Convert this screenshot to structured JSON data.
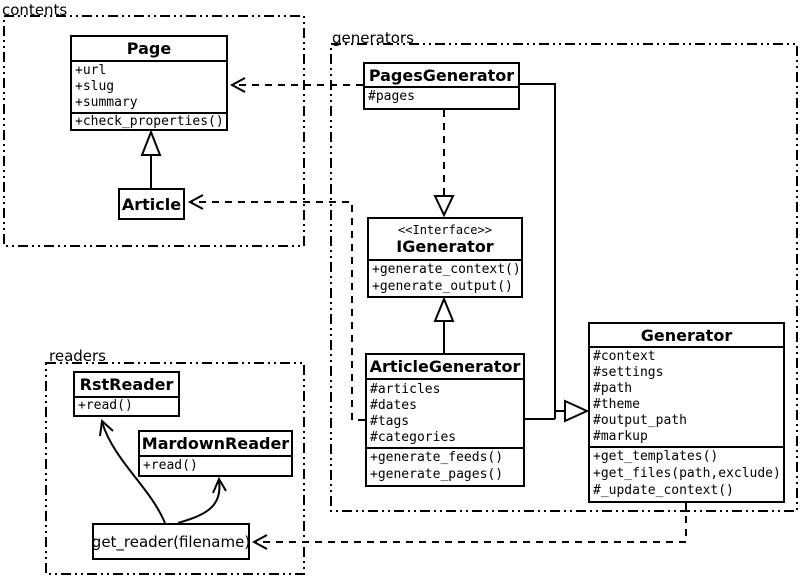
{
  "diagram": {
    "type": "uml-class-diagram",
    "colors": {
      "stroke": "#000000",
      "background": "#ffffff"
    }
  },
  "packages": {
    "contents": {
      "label": "contents"
    },
    "generators": {
      "label": "generators"
    },
    "readers": {
      "label": "readers"
    }
  },
  "classes": {
    "page": {
      "title": "Page",
      "attributes": [
        "+url",
        "+slug",
        "+summary"
      ],
      "methods": [
        "+check_properties()"
      ]
    },
    "article": {
      "title": "Article"
    },
    "pages_generator": {
      "title": "PagesGenerator",
      "attributes": [
        "#pages"
      ]
    },
    "igenerator": {
      "stereotype": "<<Interface>>",
      "title": "IGenerator",
      "methods": [
        "+generate_context()",
        "+generate_output()"
      ]
    },
    "article_generator": {
      "title": "ArticleGenerator",
      "attributes": [
        "#articles",
        "#dates",
        "#tags",
        "#categories"
      ],
      "methods": [
        "+generate_feeds()",
        "+generate_pages()"
      ]
    },
    "generator": {
      "title": "Generator",
      "attributes": [
        "#context",
        "#settings",
        "#path",
        "#theme",
        "#output_path",
        "#markup"
      ],
      "methods": [
        "+get_templates()",
        "+get_files(path,exclude)",
        "#_update_context()"
      ]
    },
    "rst_reader": {
      "title": "RstReader",
      "methods": [
        "+read()"
      ]
    },
    "mardown_reader": {
      "title": "MardownReader",
      "methods": [
        "+read()"
      ]
    }
  },
  "functions": {
    "get_reader": {
      "label": "get_reader(filename)"
    }
  }
}
